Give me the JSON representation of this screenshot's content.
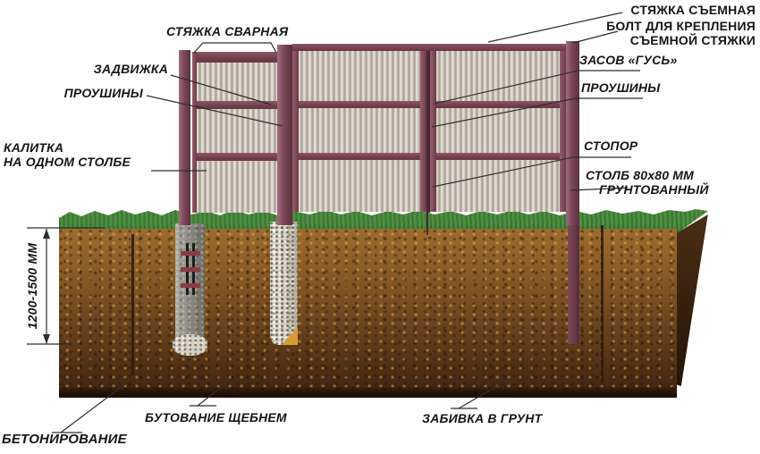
{
  "labels": {
    "styazhka_svarnaya": "СТЯЖКА СВАРНАЯ",
    "zadvizhka": "ЗАДВИЖКА",
    "proushiny_left": "ПРОУШИНЫ",
    "kalitka_line1": "КАЛИТКА",
    "kalitka_line2": "НА ОДНОМ СТОЛБЕ",
    "styazhka_semnaya": "СТЯЖКА СЪЕМНАЯ",
    "bolt_line1": "БОЛТ ДЛЯ КРЕПЛЕНИЯ",
    "bolt_line2": "СЪЕМНОЙ СТЯЖКИ",
    "zasov": "ЗАСОВ «ГУСЬ»",
    "proushiny_right": "ПРОУШИНЫ",
    "stopor": "СТОПОР",
    "stolb_line1": "СТОЛБ 80х80 ММ",
    "stolb_line2": "ГРУНТОВАННЫЙ",
    "dimension": "1200-1500 ММ",
    "betonirovanie": "БЕТОНИРОВАНИЕ",
    "butovanie": "БУТОВАНИЕ ЩЕБНЕМ",
    "zabivka": "ЗАБИВКА В ГРУНТ"
  },
  "colors": {
    "frame_maroon": "#7b4758",
    "panel_beige": "#cfc7bc",
    "grass_green": "#4f8f43",
    "soil_brown": "#8a5b26",
    "concrete_grey": "#8f8c84",
    "gravel_light": "#d6d2c4",
    "leader_line": "#2e2e2e"
  }
}
